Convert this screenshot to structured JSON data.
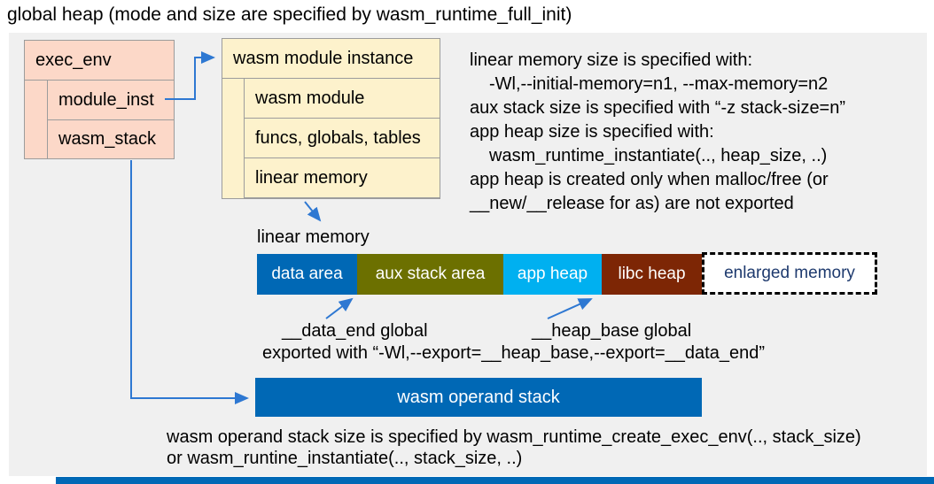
{
  "title": "global heap (mode and size are specified by wasm_runtime_full_init)",
  "exec_env": {
    "header": "exec_env",
    "rows": [
      "module_inst",
      "wasm_stack"
    ]
  },
  "module_instance": {
    "header": "wasm module instance",
    "rows": [
      "wasm module",
      "funcs, globals, tables",
      "linear memory"
    ]
  },
  "notes": {
    "lines": [
      "linear memory size is specified with:",
      "-Wl,--initial-memory=n1, --max-memory=n2",
      "aux stack size is specified with “-z stack-size=n”",
      "app heap size is specified with:",
      "wasm_runtime_instantiate(.., heap_size, ..)",
      "app heap is created only when malloc/free (or",
      "__new/__release for as) are not exported"
    ]
  },
  "linear_memory": {
    "label": "linear memory",
    "segments": [
      {
        "label": "data area",
        "color": "#0068b5"
      },
      {
        "label": "aux stack area",
        "color": "#6c7000"
      },
      {
        "label": "app heap",
        "color": "#00b0f0"
      },
      {
        "label": "libc heap",
        "color": "#7d2605"
      }
    ],
    "enlarged_label": "enlarged memory"
  },
  "exports_note": {
    "data_end": "__data_end global",
    "heap_base": "__heap_base global",
    "exported": "exported with “-Wl,--export=__heap_base,--export=__data_end”"
  },
  "operand_stack": {
    "label": "wasm operand stack",
    "note_line1": "wasm operand stack size is specified by wasm_runtime_create_exec_env(.., stack_size)",
    "note_line2": "or wasm_runtine_instantiate(.., stack_size, ..)"
  },
  "colors": {
    "panel_bg": "#f0f0f0",
    "pink_box": "#fcd8c8",
    "cream_box": "#fdf2cc",
    "arrow_blue": "#2e78d2",
    "bar_blue": "#0068b5",
    "bar_olive": "#6c7000",
    "bar_cyan": "#00b0f0",
    "bar_brown": "#7d2605",
    "enlarged_text": "#1e3a6e",
    "footer_strip": "#0068b5"
  }
}
